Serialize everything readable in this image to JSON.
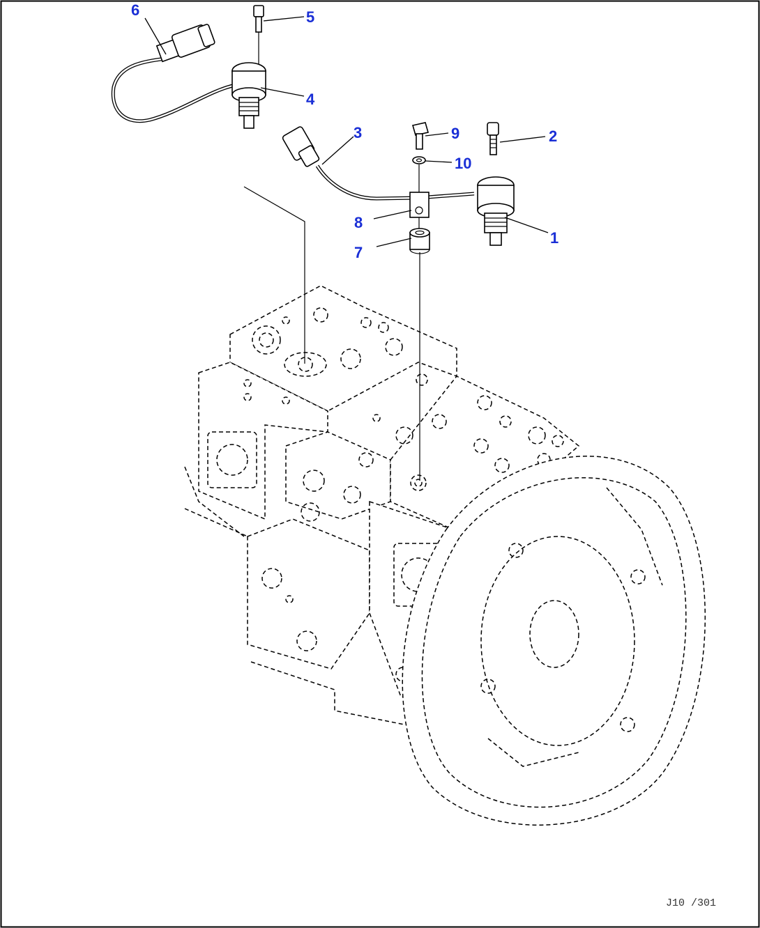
{
  "drawing_code": "J10 /301",
  "callouts": [
    {
      "id": "1",
      "text": "1"
    },
    {
      "id": "2",
      "text": "2"
    },
    {
      "id": "3",
      "text": "3"
    },
    {
      "id": "4",
      "text": "4"
    },
    {
      "id": "5",
      "text": "5"
    },
    {
      "id": "6",
      "text": "6"
    },
    {
      "id": "7",
      "text": "7"
    },
    {
      "id": "8",
      "text": "8"
    },
    {
      "id": "9",
      "text": "9"
    },
    {
      "id": "10",
      "text": "10"
    }
  ],
  "colors": {
    "callout": "#1a2fd6",
    "line": "#000000",
    "background": "#ffffff"
  }
}
